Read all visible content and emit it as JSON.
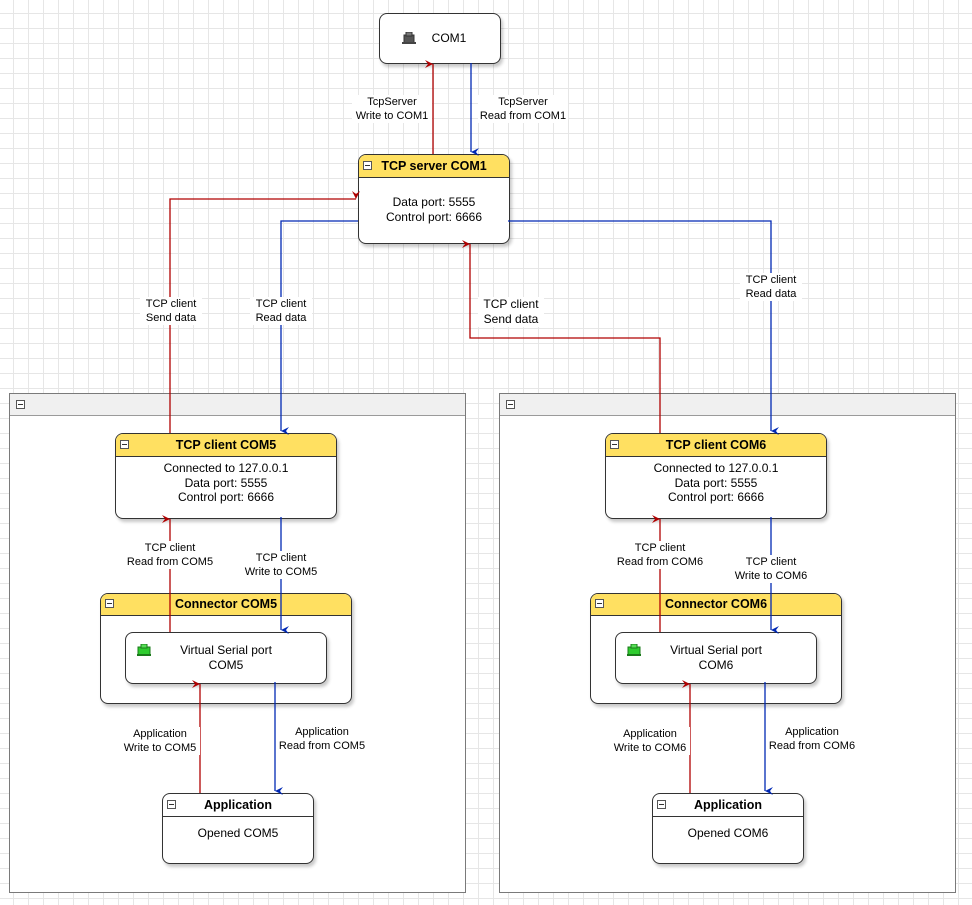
{
  "com1": {
    "label": "COM1",
    "icon": "serial-port-icon"
  },
  "tcp_server": {
    "title": "TCP server COM1",
    "lines": [
      "Data port: 5555",
      "Control port: 6666"
    ]
  },
  "left": {
    "tcp_client": {
      "title": "TCP client COM5",
      "lines": [
        "Connected to 127.0.0.1",
        "Data port: 5555",
        "Control port: 6666"
      ]
    },
    "connector": {
      "title": "Connector COM5"
    },
    "virtual_port": {
      "lines": [
        "Virtual Serial port",
        "COM5"
      ],
      "icon": "green-port-icon"
    },
    "application": {
      "title": "Application",
      "lines": [
        "Opened COM5"
      ]
    },
    "labels": {
      "send_data": [
        "TCP client",
        "Send data"
      ],
      "read_data": [
        "TCP client",
        "Read data"
      ],
      "client_read": [
        "TCP client",
        "Read from COM5"
      ],
      "client_write": [
        "TCP client",
        "Write to COM5"
      ],
      "app_write": [
        "Application",
        "Write to COM5"
      ],
      "app_read": [
        "Application",
        "Read from COM5"
      ]
    }
  },
  "right": {
    "tcp_client": {
      "title": "TCP client COM6",
      "lines": [
        "Connected to 127.0.0.1",
        "Data port: 5555",
        "Control port: 6666"
      ]
    },
    "connector": {
      "title": "Connector COM6"
    },
    "virtual_port": {
      "lines": [
        "Virtual Serial port",
        "COM6"
      ],
      "icon": "green-port-icon"
    },
    "application": {
      "title": "Application",
      "lines": [
        "Opened COM6"
      ]
    },
    "labels": {
      "send_data": [
        "TCP client",
        "Send data"
      ],
      "read_data": [
        "TCP client",
        "Read data"
      ],
      "client_read": [
        "TCP client",
        "Read from COM6"
      ],
      "client_write": [
        "TCP client",
        "Write to COM6"
      ],
      "app_write": [
        "Application",
        "Write to COM6"
      ],
      "app_read": [
        "Application",
        "Read from COM6"
      ]
    }
  },
  "top_labels": {
    "write": [
      "TcpServer",
      "Write to COM1"
    ],
    "read": [
      "TcpServer",
      "Read from COM1"
    ]
  },
  "colors": {
    "write": "#b00000",
    "read": "#0028b4",
    "header": "#ffe061"
  }
}
